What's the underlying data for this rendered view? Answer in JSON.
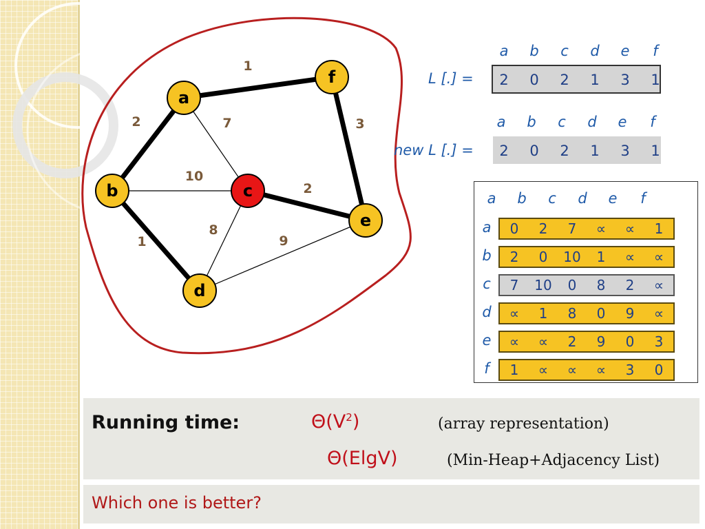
{
  "graph": {
    "nodes": [
      {
        "id": "a",
        "label": "a",
        "color": "#f6c323"
      },
      {
        "id": "f",
        "label": "f",
        "color": "#f6c323"
      },
      {
        "id": "b",
        "label": "b",
        "color": "#f6c323"
      },
      {
        "id": "c",
        "label": "c",
        "color": "#e81616"
      },
      {
        "id": "e",
        "label": "e",
        "color": "#f6c323"
      },
      {
        "id": "d",
        "label": "d",
        "color": "#f6c323"
      }
    ],
    "edges": [
      {
        "from": "a",
        "to": "f",
        "weight": "1",
        "bold": true
      },
      {
        "from": "a",
        "to": "b",
        "weight": "2",
        "bold": true
      },
      {
        "from": "a",
        "to": "c",
        "weight": "7",
        "bold": false
      },
      {
        "from": "f",
        "to": "e",
        "weight": "3",
        "bold": true
      },
      {
        "from": "b",
        "to": "c",
        "weight": "10",
        "bold": false
      },
      {
        "from": "c",
        "to": "e",
        "weight": "2",
        "bold": true
      },
      {
        "from": "b",
        "to": "d",
        "weight": "1",
        "bold": true
      },
      {
        "from": "c",
        "to": "d",
        "weight": "8",
        "bold": false
      },
      {
        "from": "d",
        "to": "e",
        "weight": "9",
        "bold": false
      }
    ]
  },
  "headers": [
    "a",
    "b",
    "c",
    "d",
    "e",
    "f"
  ],
  "L": {
    "label": "L [.] =",
    "values": [
      "2",
      "0",
      "2",
      "1",
      "3",
      "1"
    ]
  },
  "newL": {
    "label": "new L [.] =",
    "values": [
      "2",
      "0",
      "2",
      "1",
      "3",
      "1"
    ]
  },
  "matrix": {
    "rows": [
      {
        "label": "a",
        "values": [
          "0",
          "2",
          "7",
          "∝",
          "∝",
          "1"
        ],
        "highlight": false
      },
      {
        "label": "b",
        "values": [
          "2",
          "0",
          "10",
          "1",
          "∝",
          "∝"
        ],
        "highlight": false
      },
      {
        "label": "c",
        "values": [
          "7",
          "10",
          "0",
          "8",
          "2",
          "∝"
        ],
        "highlight": true
      },
      {
        "label": "d",
        "values": [
          "∝",
          "1",
          "8",
          "0",
          "9",
          "∝"
        ],
        "highlight": false
      },
      {
        "label": "e",
        "values": [
          "∝",
          "∝",
          "2",
          "9",
          "0",
          "3"
        ],
        "highlight": false
      },
      {
        "label": "f",
        "values": [
          "1",
          "∝",
          "∝",
          "∝",
          "3",
          "0"
        ],
        "highlight": false
      }
    ]
  },
  "running_time": {
    "title": "Running time:",
    "theta1": "Θ(V",
    "theta1_sup": "2",
    "theta1_close": ")",
    "note1": "(array representation)",
    "theta2": "Θ(ElgV)",
    "note2": "(Min-Heap+Adjacency List)"
  },
  "question": "Which one is better?"
}
